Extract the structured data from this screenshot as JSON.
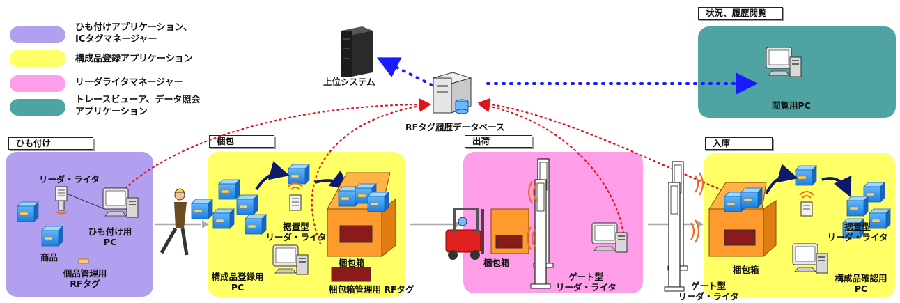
{
  "legend": {
    "items": [
      {
        "lines": [
          "ひも付けアプリケーション、",
          "ICタグマネージャー"
        ],
        "color": "#b29ff0"
      },
      {
        "lines": [
          "構成品登録アプリケーション"
        ],
        "color": "#ffff66"
      },
      {
        "lines": [
          "リーダライタマネージャー"
        ],
        "color": "#ff9ee8"
      },
      {
        "lines": [
          "トレースビューア、データ照会",
          "アプリケーション"
        ],
        "color": "#4fa3a3"
      }
    ]
  },
  "top": {
    "upper_system": "上位システム",
    "database": "RFタグ履歴データベース",
    "status_tab": "状況、履歴閲覧",
    "viewer_pc": "閲覧用PC"
  },
  "stages": {
    "himotsuke": {
      "tab": "ひも付け",
      "reader": "リーダ・ライタ",
      "pc_line1": "ひも付け用",
      "pc_line2": "PC",
      "product": "商品",
      "tag_line1": "個品管理用",
      "tag_line2": "RFタグ"
    },
    "konpo": {
      "tab": "梱包",
      "reader_line1": "据置型",
      "reader_line2": "リーダ・ライタ",
      "box": "梱包箱",
      "pc_line1": "構成品登録用",
      "pc_line2": "PC",
      "box_tag": "梱包箱管理用 RFタグ"
    },
    "shukka": {
      "tab": "出荷",
      "box": "梱包箱",
      "gate_line1": "ゲート型",
      "gate_line2": "リーダ・ライタ"
    },
    "nyuko": {
      "tab": "入庫",
      "reader_line1": "据置型",
      "reader_line2": "リーダ・ライタ",
      "box": "梱包箱",
      "pc_line1": "構成品確認用",
      "pc_line2": "PC",
      "gate_line1": "ゲート型",
      "gate_line2": "リーダ・ライタ"
    }
  }
}
